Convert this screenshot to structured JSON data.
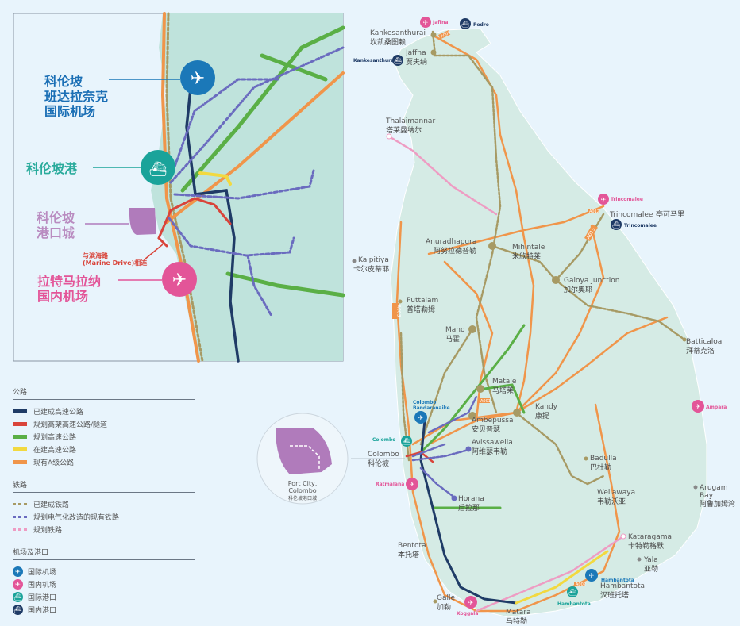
{
  "colors": {
    "expressway_built": "#1f3b66",
    "elevated_planned": "#d9443a",
    "expressway_planned": "#5aaf46",
    "expressway_construction": "#f2d940",
    "a_road": "#f0954a",
    "rail_built": "#a79a64",
    "rail_electrify": "#6a6bbf",
    "rail_planned": "#ee9cc3",
    "intl_airport": "#1b78b8",
    "dom_airport": "#e35598",
    "intl_port": "#1aa39a",
    "dom_port": "#1f3b66",
    "land": "#d5ebe5",
    "sea": "#e8f4fc"
  },
  "inset": {
    "airport_label": [
      "科伦坡",
      "班达拉奈克",
      "国际机场"
    ],
    "port_label": "科伦坡港",
    "port_city_label": [
      "科伦坡",
      "港口城"
    ],
    "marine_drive_label": [
      "与滨海路",
      "(Marine Drive)相连"
    ],
    "ratmalana_label": [
      "拉特马拉纳",
      "国内机场"
    ]
  },
  "port_city_circle": {
    "title": [
      "Port City,",
      "Colombo"
    ],
    "zh": "科伦坡港口城"
  },
  "legend": {
    "roads_title": "公路",
    "roads": [
      "已建成高速公路",
      "规划高架高速公路/隧道",
      "规划高速公路",
      "在建高速公路",
      "现有A级公路"
    ],
    "rail_title": "铁路",
    "rail": [
      "已建成铁路",
      "规划电气化改造的现有铁路",
      "规划铁路"
    ],
    "ports_title": "机场及港口",
    "ports": [
      "国际机场",
      "国内机场",
      "国际港口",
      "国内港口"
    ]
  },
  "cities": {
    "kankesanthurai": {
      "en": "Kankesanthurai",
      "zh": "坎凯桑图赖"
    },
    "jaffna": {
      "en": "Jaffna",
      "zh": "贾夫纳"
    },
    "thalaimannar": {
      "en": "Thalaimannar",
      "zh": "塔莱曼纳尔"
    },
    "kalpitiya": {
      "en": "Kalpitiya",
      "zh": "卡尔皮蒂耶"
    },
    "puttalam": {
      "en": "Puttalam",
      "zh": "普塔勒姆"
    },
    "anuradhapura": {
      "en": "Anuradhapura",
      "zh": "阿努拉德普勒"
    },
    "mihintale": {
      "en": "Mihintale",
      "zh": "米欣特莱"
    },
    "trincomalee": {
      "en": "Trincomalee",
      "zh": "亭可马里"
    },
    "galoya": {
      "en": "Galoya Junction",
      "zh": "加尔奥耶"
    },
    "maho": {
      "en": "Maho",
      "zh": "马霍"
    },
    "matale": {
      "en": "Matale",
      "zh": "马塔莱"
    },
    "kandy": {
      "en": "Kandy",
      "zh": "康提"
    },
    "ambepussa": {
      "en": "Ambepussa",
      "zh": "安贝普瑟"
    },
    "avissawella": {
      "en": "Avissawella",
      "zh": "阿维瑟韦勒"
    },
    "colombo": {
      "en": "Colombo",
      "zh": "科伦坡"
    },
    "horana": {
      "en": "Horana",
      "zh": "后拉那"
    },
    "badulla": {
      "en": "Badulla",
      "zh": "巴杜勒"
    },
    "wellawaya": {
      "en": "Wellawaya",
      "zh": "韦勒沃亚"
    },
    "batticaloa": {
      "en": "Batticaloa",
      "zh": "拜蒂克洛"
    },
    "arugam": {
      "en1": "Arugam",
      "en2": "Bay",
      "zh": "阿鲁加姆湾"
    },
    "kataragama": {
      "en": "Kataragama",
      "zh": "卡特勒格默"
    },
    "yala": {
      "en": "Yala",
      "zh": "亚勒"
    },
    "hambantota": {
      "en": "Hambantota",
      "zh": "汉班托塔"
    },
    "bentota": {
      "en": "Bentota",
      "zh": "本托塔"
    },
    "galle": {
      "en": "Galle",
      "zh": "加勒"
    },
    "matara": {
      "en": "Matara",
      "zh": "马特勒"
    }
  },
  "facilities": {
    "jaffna_airport": "Jaffna",
    "pedro_port": "Pedro",
    "kks_port": "Kankesanthurai",
    "trinco_airport": "Trincomalee",
    "trinco_port": "Trincomalee",
    "ampara_airport": "Ampara",
    "bia_airport": [
      "Colombo",
      "Bandaranaike"
    ],
    "colombo_port": "Colombo",
    "ratmalana_airport": "Ratmalana",
    "koggala_airport": "Koggala",
    "hambantota_airport": "Hambantota",
    "hambantota_port": "Hambantota"
  },
  "road_codes": [
    "A009",
    "A012",
    "A001",
    "A002",
    "A003",
    "A015",
    "A002"
  ]
}
